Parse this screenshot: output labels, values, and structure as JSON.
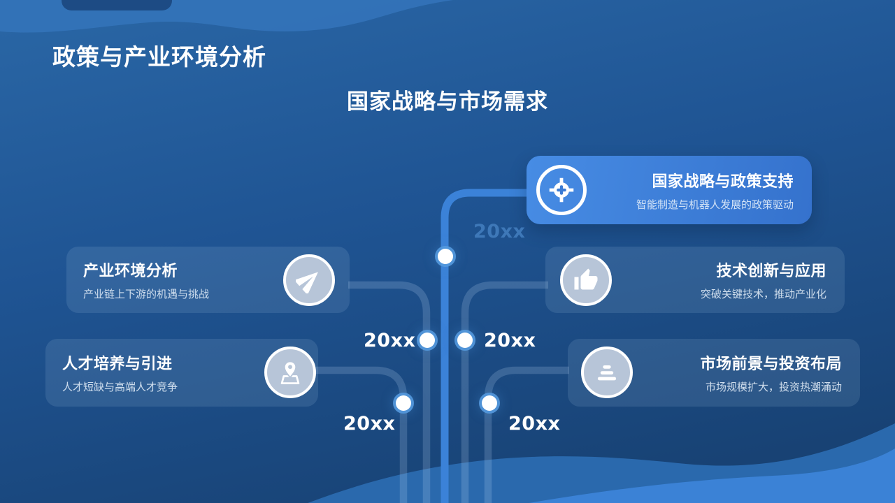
{
  "slide": {
    "title": "政策与产业环境分析",
    "subtitle": "国家战略与市场需求"
  },
  "timeline": {
    "years": [
      "20xx",
      "20xx",
      "20xx",
      "20xx",
      "20xx"
    ]
  },
  "cards": [
    {
      "title": "国家战略与政策支持",
      "desc": "智能制造与机器人发展的政策驱动",
      "icon": "target-crosshair-icon",
      "variant": "primary"
    },
    {
      "title": "产业环境分析",
      "desc": "产业链上下游的机遇与挑战",
      "icon": "paper-plane-icon",
      "variant": "side"
    },
    {
      "title": "技术创新与应用",
      "desc": "突破关键技术，推动产业化",
      "icon": "thumbs-up-icon",
      "variant": "side"
    },
    {
      "title": "人才培养与引进",
      "desc": "人才短缺与高端人才竞争",
      "icon": "location-pin-icon",
      "variant": "side"
    },
    {
      "title": "市场前景与投资布局",
      "desc": "市场规模扩大，投资热潮涌动",
      "icon": "list-bars-icon",
      "variant": "side"
    }
  ],
  "colors": {
    "background_top": "#2a67a6",
    "background_bottom": "#163e6d",
    "accent_line": "#3b82d8",
    "primary_card": "#3d7fd9",
    "year_muted": "#3e78b8",
    "icon_disc": "#b7c5d8",
    "wave_light": "#3373b9",
    "wave_bottom": "#2b6cb0"
  }
}
